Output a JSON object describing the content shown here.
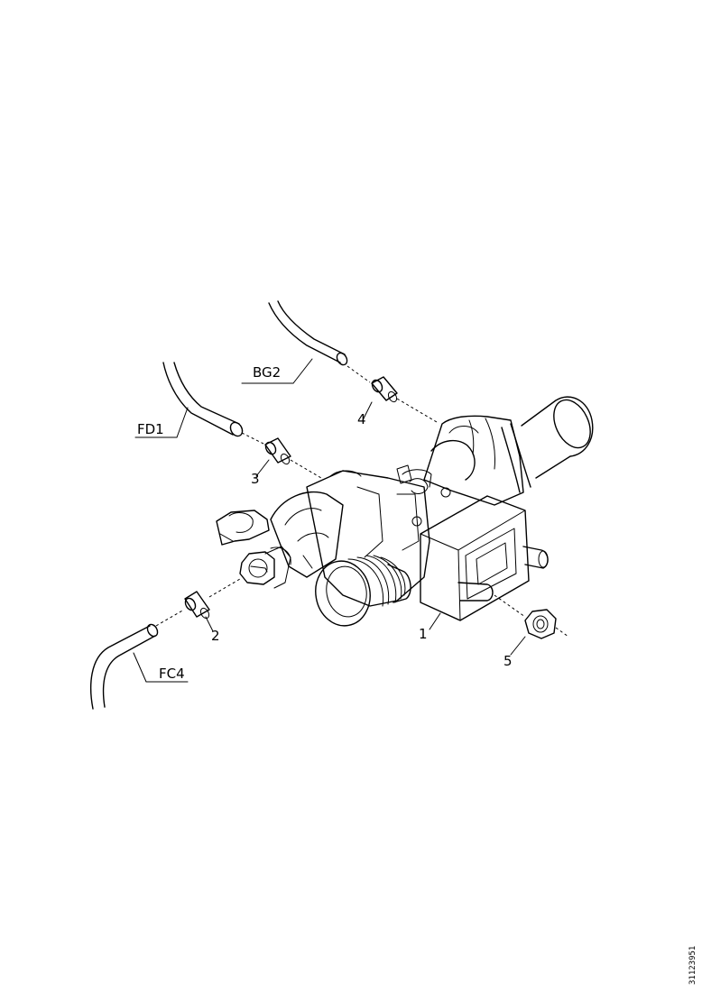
{
  "labels": {
    "bg2": "BG2",
    "fd1": "FD1",
    "fc4": "FC4",
    "item1": "1",
    "item2": "2",
    "item3": "3",
    "item4": "4",
    "item5": "5"
  },
  "reference": "31123951"
}
